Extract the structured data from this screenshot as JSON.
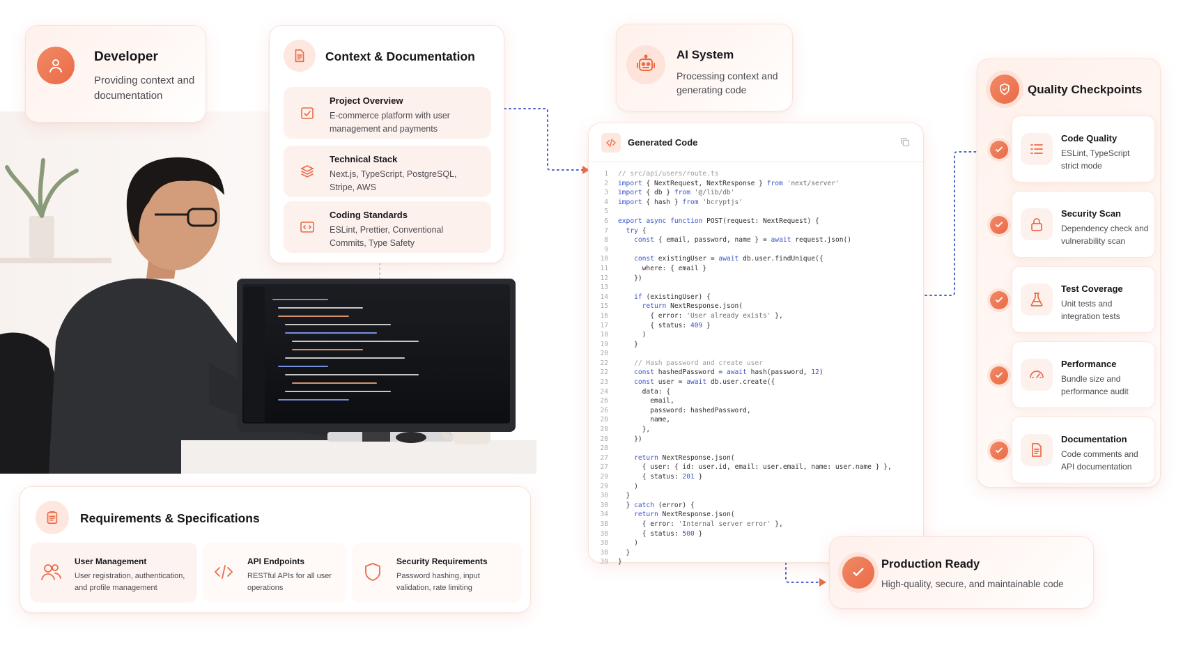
{
  "developer": {
    "title": "Developer",
    "subtitle": "Providing context and documentation"
  },
  "context": {
    "title": "Context & Documentation",
    "items": [
      {
        "title": "Project Overview",
        "desc": "E-commerce platform with user management and payments"
      },
      {
        "title": "Technical Stack",
        "desc": "Next.js, TypeScript, PostgreSQL, Stripe, AWS"
      },
      {
        "title": "Coding Standards",
        "desc": "ESLint, Prettier, Conventional Commits, Type Safety"
      }
    ]
  },
  "ai": {
    "title": "AI System",
    "subtitle": "Processing context and generating code"
  },
  "code": {
    "title": "Generated Code",
    "lines": [
      [
        "1",
        "// src/api/users/route.ts"
      ],
      [
        "2",
        "import { NextRequest, NextResponse } from 'next/server'"
      ],
      [
        "3",
        "import { db } from '@/lib/db'"
      ],
      [
        "4",
        "import { hash } from 'bcryptjs'"
      ],
      [
        "5",
        ""
      ],
      [
        "6",
        "export async function POST(request: NextRequest) {"
      ],
      [
        "7",
        "  try {"
      ],
      [
        "8",
        "    const { email, password, name } = await request.json()"
      ],
      [
        "9",
        ""
      ],
      [
        "10",
        "    const existingUser = await db.user.findUnique({"
      ],
      [
        "11",
        "      where: { email }"
      ],
      [
        "12",
        "    })"
      ],
      [
        "13",
        ""
      ],
      [
        "14",
        "    if (existingUser) {"
      ],
      [
        "15",
        "      return NextResponse.json("
      ],
      [
        "16",
        "        { error: 'User already exists' },"
      ],
      [
        "17",
        "        { status: 409 }"
      ],
      [
        "18",
        "      )"
      ],
      [
        "19",
        "    }"
      ],
      [
        "20",
        ""
      ],
      [
        "22",
        "    // Hash password and create user"
      ],
      [
        "22",
        "    const hashedPassword = await hash(password, 12)"
      ],
      [
        "23",
        "    const user = await db.user.create({"
      ],
      [
        "24",
        "      data: {"
      ],
      [
        "26",
        "        email,"
      ],
      [
        "26",
        "        password: hashedPassword,"
      ],
      [
        "28",
        "        name,"
      ],
      [
        "28",
        "      },"
      ],
      [
        "28",
        "    })"
      ],
      [
        "28",
        ""
      ],
      [
        "27",
        "    return NextResponse.json("
      ],
      [
        "27",
        "      { user: { id: user.id, email: user.email, name: user.name } },"
      ],
      [
        "29",
        "      { status: 201 }"
      ],
      [
        "29",
        "    )"
      ],
      [
        "30",
        "  }"
      ],
      [
        "30",
        "  } catch (error) {"
      ],
      [
        "34",
        "    return NextResponse.json("
      ],
      [
        "38",
        "      { error: 'Internal server error' },"
      ],
      [
        "38",
        "      { status: 500 }"
      ],
      [
        "38",
        "    )"
      ],
      [
        "38",
        "  }"
      ],
      [
        "39",
        "}"
      ]
    ]
  },
  "quality": {
    "title": "Quality Checkpoints",
    "items": [
      {
        "title": "Code Quality",
        "desc": "ESLint, TypeScript strict mode"
      },
      {
        "title": "Security Scan",
        "desc": "Dependency check and vulnerability scan"
      },
      {
        "title": "Test Coverage",
        "desc": "Unit tests and integration tests"
      },
      {
        "title": "Performance",
        "desc": "Bundle size and performance audit"
      },
      {
        "title": "Documentation",
        "desc": "Code comments and API documentation"
      }
    ]
  },
  "requirements": {
    "title": "Requirements & Specifications",
    "items": [
      {
        "title": "User Management",
        "desc": "User registration, authentication, and profile management"
      },
      {
        "title": "API Endpoints",
        "desc": "RESTful APIs for all user operations"
      },
      {
        "title": "Security Requirements",
        "desc": "Password hashing, input validation, rate limiting"
      }
    ]
  },
  "production": {
    "title": "Production Ready",
    "subtitle": "High-quality, secure, and maintainable code"
  },
  "colors": {
    "accent": "#EC6A46",
    "accent_soft": "#FDE7DF",
    "connector": "#4A63C9"
  }
}
